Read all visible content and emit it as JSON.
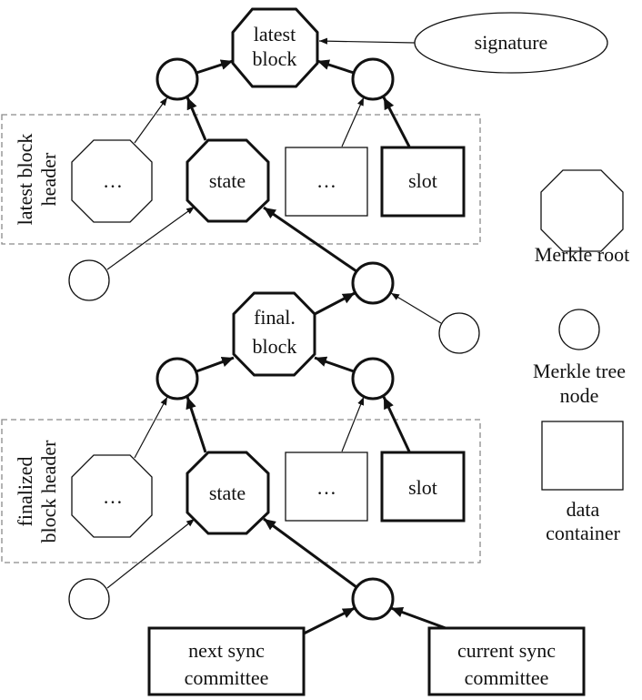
{
  "diagram": {
    "top": {
      "root_label_line1": "latest",
      "root_label_line2": "block",
      "signature_label": "signature",
      "header_group_label_line1": "latest block",
      "header_group_label_line2": "header",
      "ellipsis_octagon_label": "…",
      "state_label": "state",
      "ellipsis_box_label": "…",
      "slot_label": "slot"
    },
    "bottom": {
      "root_label_line1": "final.",
      "root_label_line2": "block",
      "header_group_label_line1": "finalized",
      "header_group_label_line2": "block header",
      "ellipsis_octagon_label": "…",
      "state_label": "state",
      "ellipsis_box_label": "…",
      "slot_label": "slot",
      "next_sync_line1": "next sync",
      "next_sync_line2": "committee",
      "current_sync_line1": "current sync",
      "current_sync_line2": "committee"
    },
    "legend": {
      "merkle_root_label": "Merkle root",
      "tree_node_line1": "Merkle tree",
      "tree_node_line2": "node",
      "data_container_line1": "data",
      "data_container_line2": "container"
    }
  }
}
